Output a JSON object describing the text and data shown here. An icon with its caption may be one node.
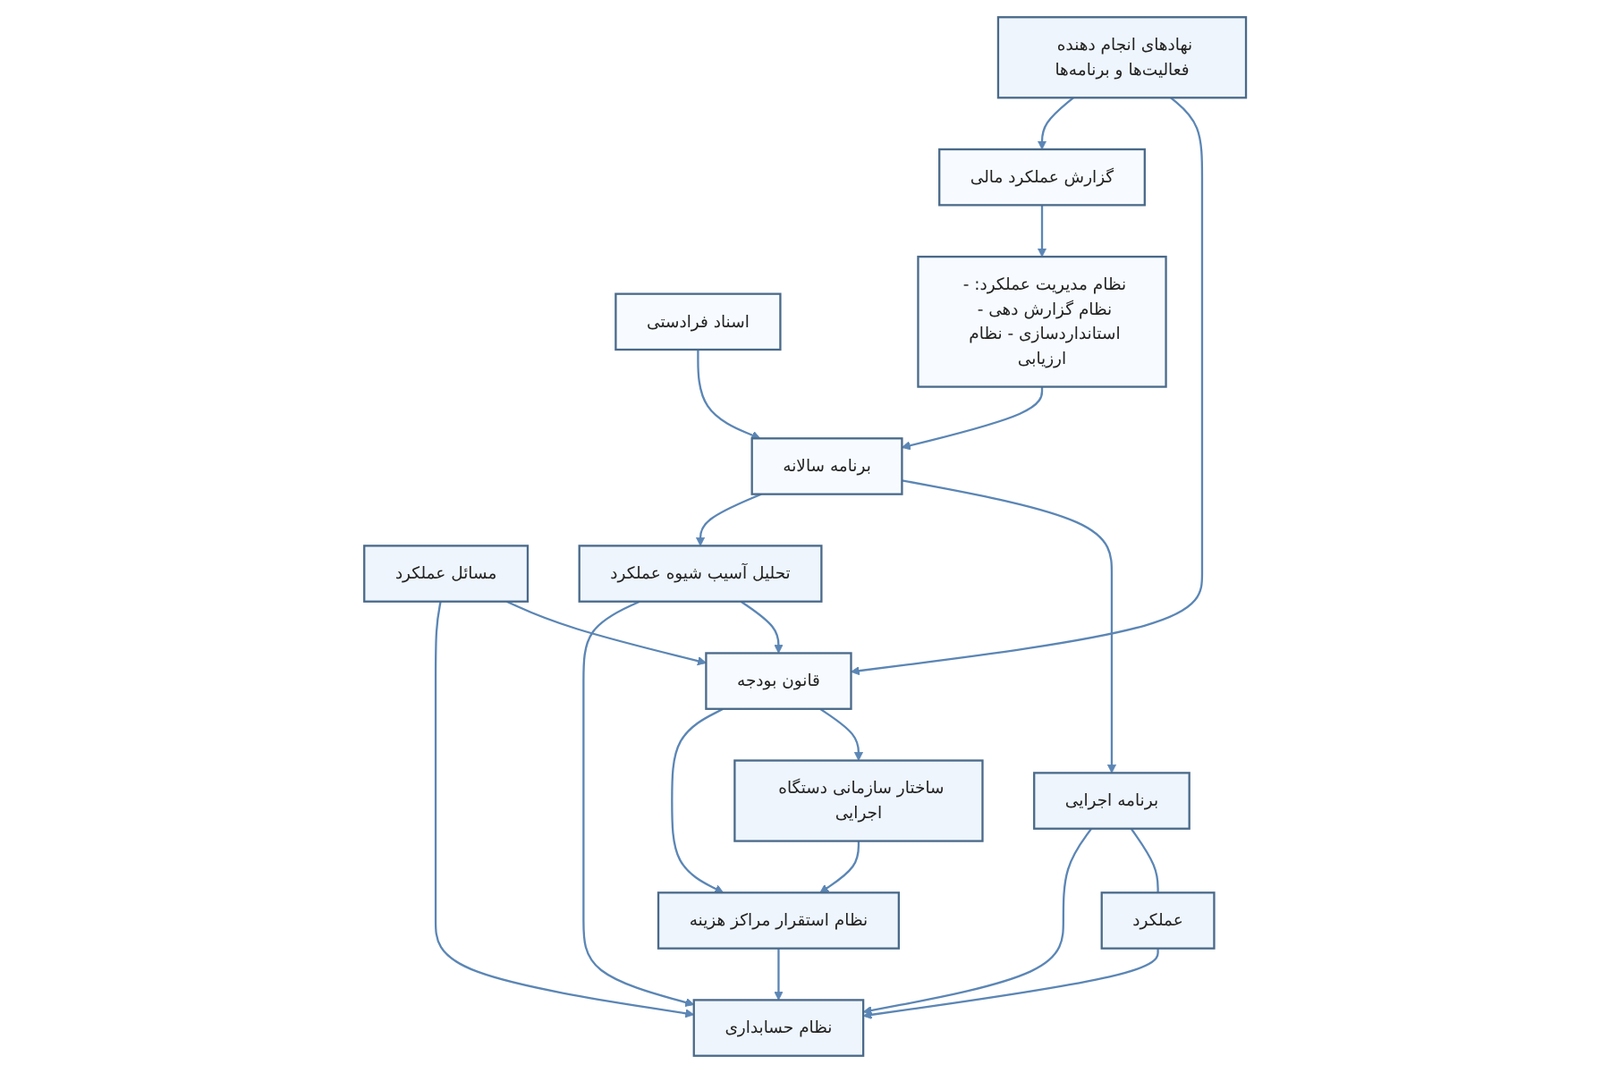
{
  "diagram": {
    "nodes": [
      {
        "text": [
          "اسناد فرادستی"
        ]
      },
      {
        "text": [
          "برنامه سالانه"
        ]
      },
      {
        "text": [
          "برنامه اجرایی"
        ]
      },
      {
        "text": [
          "عملکرد"
        ]
      },
      {
        "text": [
          "مسائل عملکرد"
        ]
      },
      {
        "text": [
          "تحلیل آسیب شیوه عملکرد"
        ]
      },
      {
        "text": [
          "ساختار سازمانی دستگاه اجرایی"
        ]
      },
      {
        "text": [
          "قانون بودجه"
        ]
      },
      {
        "text": [
          "نظام استقرار مراکز هزینه"
        ]
      },
      {
        "text": [
          "نظام حسابداری"
        ]
      },
      {
        "text": [
          "نهادهای انجام دهنده فعالیت‌ها و برنامه‌ها"
        ]
      },
      {
        "text": [
          "گزارش عملکرد مالی"
        ]
      },
      {
        "text": [
          "نظام مدیریت عملکرد: - نظام گزارش دهی - استانداردسازی - نظام ارزیابی"
        ]
      }
    ],
    "edges": [
      {
        "from": 0,
        "to": 1,
        "arrow": "to"
      },
      {
        "from": 12,
        "to": 1,
        "arrow": "to"
      },
      {
        "from": 1,
        "to": 2,
        "arrow": "to"
      },
      {
        "from": 1,
        "to": 5,
        "arrow": "to"
      },
      {
        "from": 2,
        "to": 3,
        "arrow": "none"
      },
      {
        "from": 4,
        "to": 7,
        "arrow": "to"
      },
      {
        "from": 5,
        "to": 7,
        "arrow": "to"
      },
      {
        "from": 4,
        "to": 9,
        "arrow": "to"
      },
      {
        "from": 5,
        "to": 9,
        "arrow": "to"
      },
      {
        "from": 3,
        "to": 9,
        "arrow": "to"
      },
      {
        "from": 2,
        "to": 9,
        "arrow": "to"
      },
      {
        "from": 7,
        "to": 6,
        "arrow": "to"
      },
      {
        "from": 6,
        "to": 8,
        "arrow": "to"
      },
      {
        "from": 8,
        "to": 9,
        "arrow": "to"
      },
      {
        "from": 7,
        "to": 8,
        "arrow": "to"
      },
      {
        "from": 10,
        "to": 7,
        "arrow": "to"
      },
      {
        "from": 10,
        "to": 11,
        "arrow": "to"
      },
      {
        "from": 11,
        "to": 12,
        "arrow": "to"
      }
    ]
  }
}
